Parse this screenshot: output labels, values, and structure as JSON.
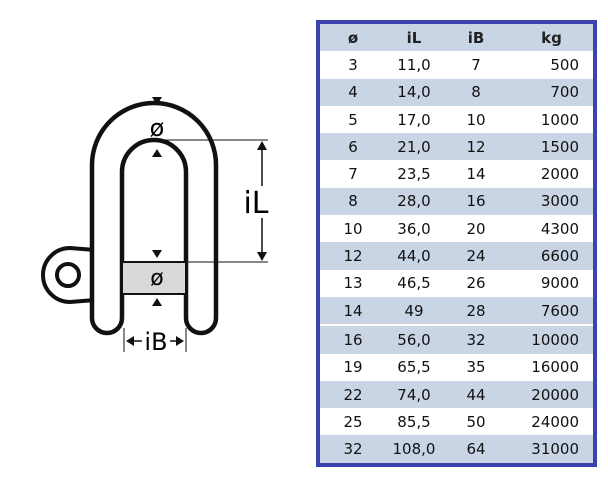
{
  "diagram": {
    "labels": {
      "diameter_top": "ø",
      "inner_length": "iL",
      "diameter_pin": "ø",
      "inner_width": "iB"
    }
  },
  "table": {
    "headers": [
      "ø",
      "iL",
      "iB",
      "kg"
    ],
    "rows": [
      [
        "3",
        "11,0",
        "7",
        "500"
      ],
      [
        "4",
        "14,0",
        "8",
        "700"
      ],
      [
        "5",
        "17,0",
        "10",
        "1000"
      ],
      [
        "6",
        "21,0",
        "12",
        "1500"
      ],
      [
        "7",
        "23,5",
        "14",
        "2000"
      ],
      [
        "8",
        "28,0",
        "16",
        "3000"
      ],
      [
        "10",
        "36,0",
        "20",
        "4300"
      ],
      [
        "12",
        "44,0",
        "24",
        "6600"
      ],
      [
        "13",
        "46,5",
        "26",
        "9000"
      ],
      [
        "14",
        "49",
        "28",
        "7600"
      ],
      [
        "16",
        "56,0",
        "32",
        "10000"
      ],
      [
        "19",
        "65,5",
        "35",
        "16000"
      ],
      [
        "22",
        "74,0",
        "44",
        "20000"
      ],
      [
        "25",
        "85,5",
        "50",
        "24000"
      ],
      [
        "32",
        "108,0",
        "64",
        "31000"
      ]
    ]
  },
  "colors": {
    "border": "#3b44ae",
    "band": "#c9d5e5"
  }
}
